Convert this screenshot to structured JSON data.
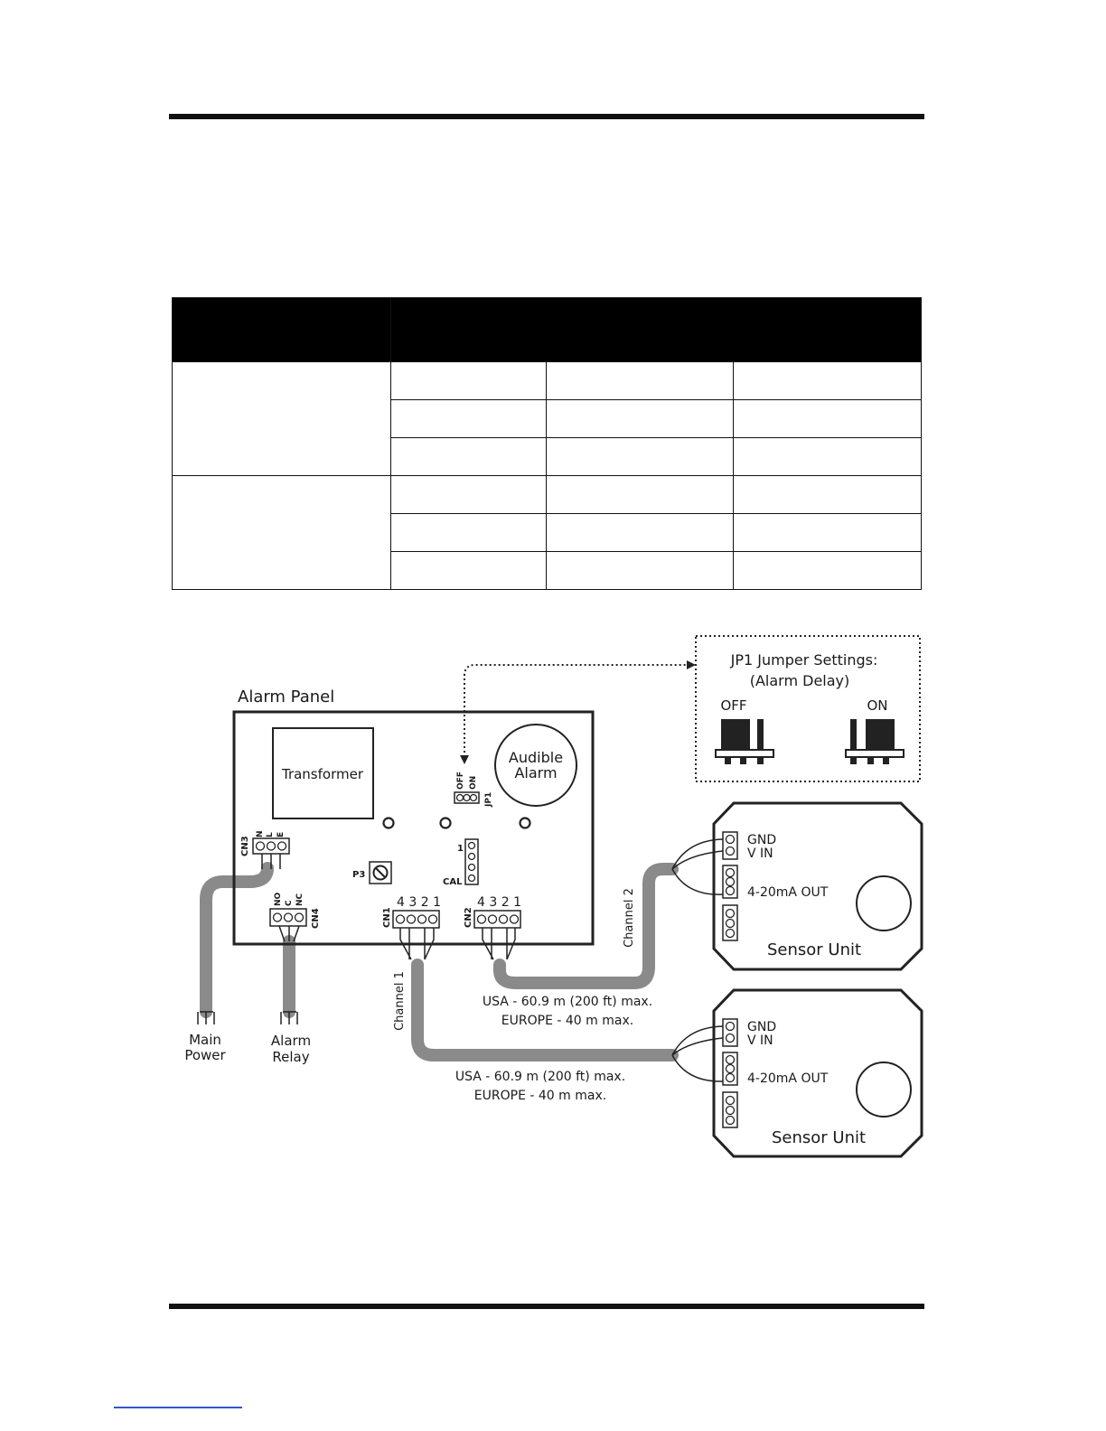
{
  "diagram": {
    "alarm_panel_title": "Alarm Panel",
    "transformer": "Transformer",
    "audible_alarm": [
      "Audible",
      "Alarm"
    ],
    "jp1": {
      "off": "OFF",
      "on": "ON",
      "label": "JP1"
    },
    "cal_header": {
      "one": "1",
      "cal": "CAL"
    },
    "p3": "P3",
    "cn3": {
      "label": "CN3",
      "pins": [
        "N",
        "L",
        "E"
      ]
    },
    "cn4": {
      "label": "CN4",
      "pins": [
        "NO",
        "C",
        "NC"
      ]
    },
    "cn1": {
      "label": "CN1",
      "pins": "4 3 2 1"
    },
    "cn2": {
      "label": "CN2",
      "pins": "4 3 2 1"
    },
    "jumper_box": {
      "title": "JP1 Jumper Settings:",
      "subtitle": "(Alarm Delay)",
      "off": "OFF",
      "on": "ON"
    },
    "sensor_terminals": {
      "gnd": "GND",
      "vin": "V IN",
      "out": "4-20mA OUT"
    },
    "sensor_label": "Sensor Unit",
    "channel1": "Channel 1",
    "channel2": "Channel 2",
    "distance_usa": "USA - 60.9 m (200 ft) max.",
    "distance_europe": "EUROPE - 40 m max.",
    "main_power": [
      "Main",
      "Power"
    ],
    "alarm_relay": [
      "Alarm",
      "Relay"
    ]
  }
}
